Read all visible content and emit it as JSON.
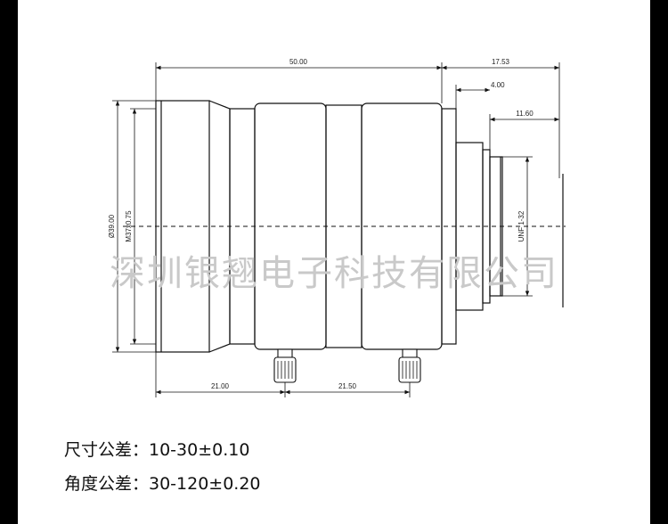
{
  "dimensions": {
    "total_length": "50.00",
    "flange": "17.53",
    "mount_step": "4.00",
    "back_focus": "11.60",
    "outer_dia": "Ø39.00",
    "filter_thread": "M37x0.75",
    "mount_thread": "UNF 1-32",
    "screw1_pos": "21.00",
    "screw_spacing": "21.50"
  },
  "watermark": "深圳银翘电子科技有限公司",
  "specs": {
    "size_tolerance": "尺寸公差：10-30±0.10",
    "angle_tolerance": "角度公差：30-120±0.20"
  },
  "colors": {
    "background": "#000000",
    "paper": "#ffffff",
    "line": "#111111"
  }
}
